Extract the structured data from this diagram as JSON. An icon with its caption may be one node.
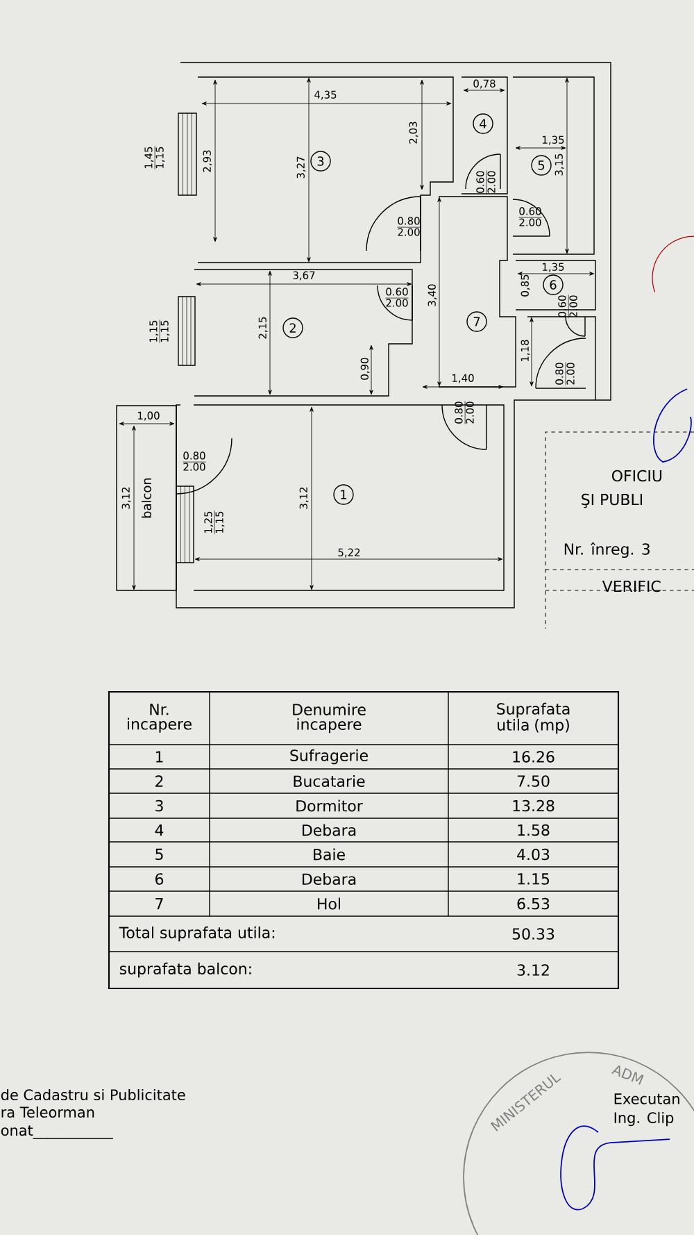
{
  "diagram": {
    "nodes": [
      {
        "text": [
          "3"
        ]
      },
      {
        "text": [
          "4"
        ]
      },
      {
        "text": [
          "5"
        ]
      },
      {
        "text": [
          "6"
        ]
      },
      {
        "text": [
          "7"
        ]
      },
      {
        "text": [
          "2"
        ]
      },
      {
        "text": [
          "balcon"
        ]
      },
      {
        "text": [
          "1"
        ]
      }
    ],
    "labels": [
      "4,35",
      "0,78",
      "1,45",
      "1,15",
      "2,93",
      "3,27",
      "2,03",
      "1,35",
      "3,15",
      "0.60",
      "2.00",
      "0.80",
      "2.00",
      "0.60",
      "2.00",
      "3,67",
      "1,35",
      "0,85",
      "1,15",
      "1,15",
      "2,15",
      "0.60",
      "2.00",
      "3,40",
      "0.60",
      "2.00",
      "1,18",
      "0,90",
      "1,40",
      "0.80",
      "2.00",
      "1,00",
      "0.80",
      "2.00",
      "0.80",
      "2.00",
      "3,12",
      "3,12",
      "1,25",
      "1,15",
      "5,22",
      "OFICIU",
      "ŞI PUBLI",
      "Nr. înreg. 3",
      "VERIFIC",
      "Nr. incapere",
      "Denumire incapere",
      "Suprafata utila (mp)",
      "1",
      "Sufragerie",
      "16.26",
      "2",
      "Bucatarie",
      "7.50",
      "3",
      "Dormitor",
      "13.28",
      "4",
      "Debara",
      "1.58",
      "5",
      "Baie",
      "4.03",
      "6",
      "Debara",
      "1.15",
      "7",
      "Hol",
      "6.53",
      "Total suprafata utila:",
      "50.33",
      "suprafata balcon:",
      "3.12",
      "de Cadastru si Publicitate",
      "ra Teleorman",
      "onat___________",
      "Executan",
      "Ing. Clip",
      "MINISTERUL",
      "ADM"
    ]
  }
}
